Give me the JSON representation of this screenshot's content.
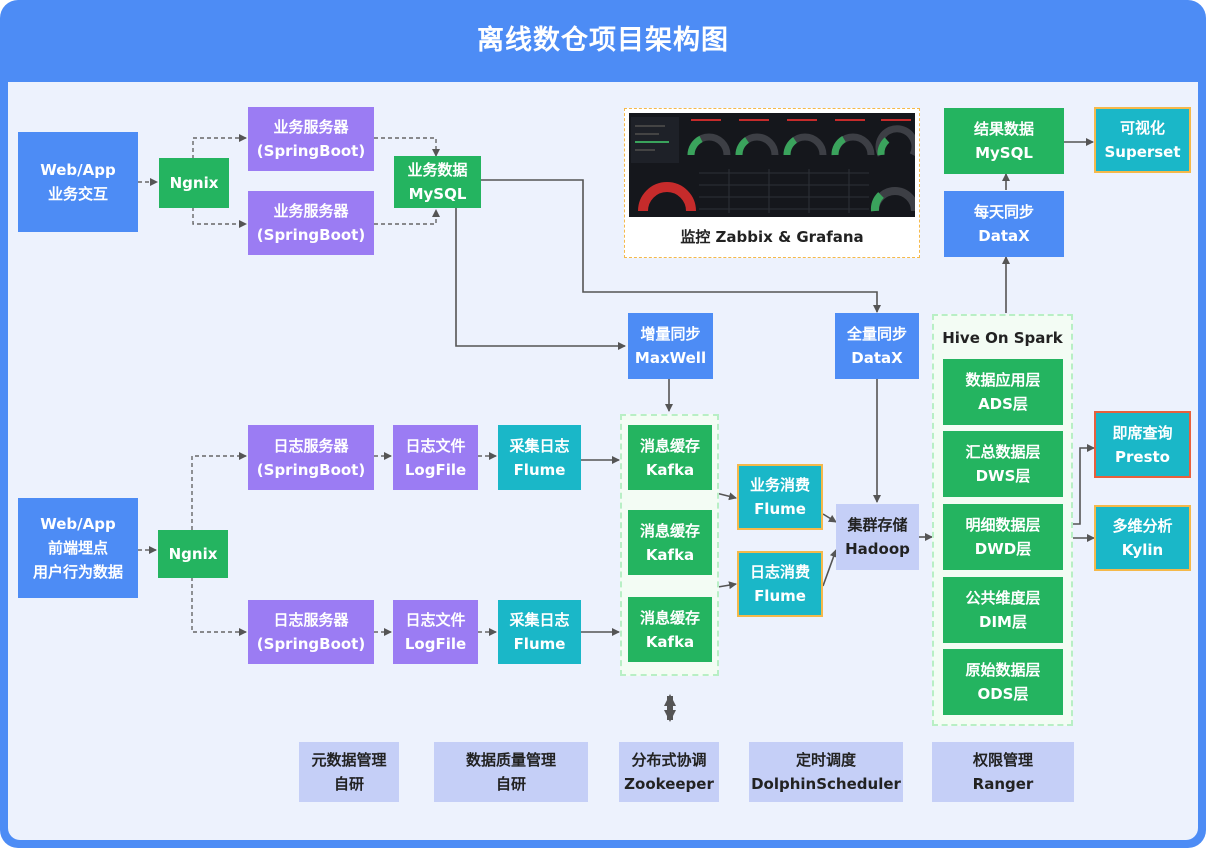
{
  "title": "离线数仓项目架构图",
  "colors": {
    "frame": "#4d8cf5",
    "blue": "#4d8cf5",
    "purple": "#9b7cf3",
    "green": "#24b460",
    "teal": "#1ab7c8",
    "lavender": "#c5cff7",
    "orange_border": "#f5b94a",
    "red_border": "#e8603c"
  },
  "nodes": {
    "web_app_biz": [
      "Web/App",
      "业务交互"
    ],
    "nginx_top": [
      "Ngnix"
    ],
    "biz_server_1": [
      "业务服务器",
      "(SpringBoot)"
    ],
    "biz_server_2": [
      "业务服务器",
      "(SpringBoot)"
    ],
    "biz_mysql": [
      "业务数据",
      "MySQL"
    ],
    "web_app_track": [
      "Web/App",
      "前端埋点",
      "用户行为数据"
    ],
    "nginx_bottom": [
      "Ngnix"
    ],
    "log_server_1": [
      "日志服务器",
      "(SpringBoot)"
    ],
    "log_server_2": [
      "日志服务器",
      "(SpringBoot)"
    ],
    "log_file_1": [
      "日志文件",
      "LogFile"
    ],
    "log_file_2": [
      "日志文件",
      "LogFile"
    ],
    "flume_collect_1": [
      "采集日志",
      "Flume"
    ],
    "flume_collect_2": [
      "采集日志",
      "Flume"
    ],
    "maxwell": [
      "增量同步",
      "MaxWell"
    ],
    "datax_full": [
      "全量同步",
      "DataX"
    ],
    "kafka_1": [
      "消息缓存",
      "Kafka"
    ],
    "kafka_2": [
      "消息缓存",
      "Kafka"
    ],
    "kafka_3": [
      "消息缓存",
      "Kafka"
    ],
    "flume_biz_consume": [
      "业务消费",
      "Flume"
    ],
    "flume_log_consume": [
      "日志消费",
      "Flume"
    ],
    "hadoop": [
      "集群存储",
      "Hadoop"
    ],
    "hive_on_spark": "Hive On Spark",
    "ads": [
      "数据应用层",
      "ADS层"
    ],
    "dws": [
      "汇总数据层",
      "DWS层"
    ],
    "dwd": [
      "明细数据层",
      "DWD层"
    ],
    "dim": [
      "公共维度层",
      "DIM层"
    ],
    "ods": [
      "原始数据层",
      "ODS层"
    ],
    "datax_daily": [
      "每天同步",
      "DataX"
    ],
    "result_mysql": [
      "结果数据",
      "MySQL"
    ],
    "superset": [
      "可视化",
      "Superset"
    ],
    "presto": [
      "即席查询",
      "Presto"
    ],
    "kylin": [
      "多维分析",
      "Kylin"
    ],
    "metadata": [
      "元数据管理",
      "自研"
    ],
    "quality": [
      "数据质量管理",
      "自研"
    ],
    "zookeeper": [
      "分布式协调",
      "Zookeeper"
    ],
    "scheduler": [
      "定时调度",
      "DolphinScheduler"
    ],
    "ranger": [
      "权限管理",
      "Ranger"
    ]
  },
  "monitor": {
    "label": "监控  Zabbix  &  Grafana"
  }
}
